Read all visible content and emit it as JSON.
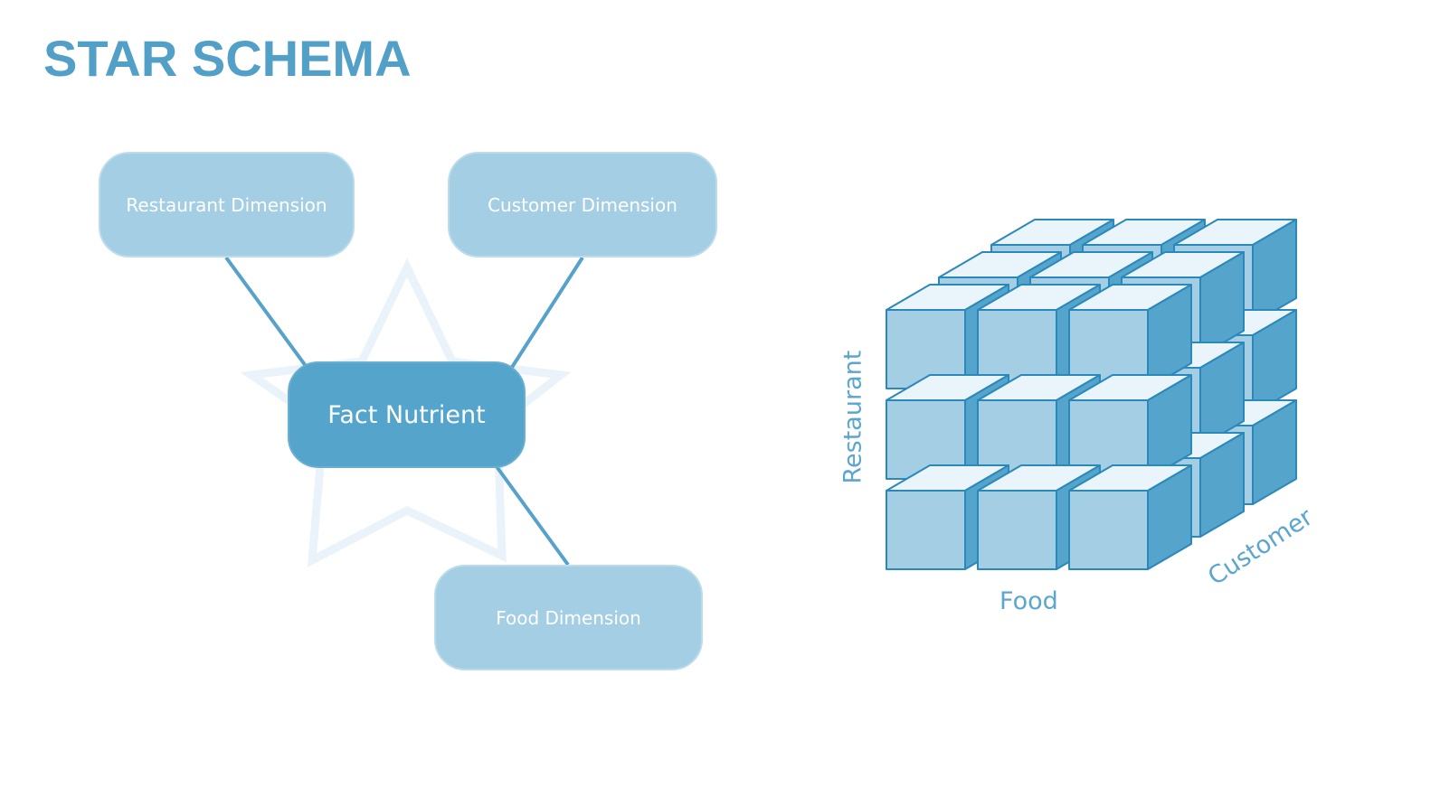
{
  "title": "STAR SCHEMA",
  "star_schema": {
    "fact": "Fact Nutrient",
    "dimensions": {
      "restaurant": "Restaurant Dimension",
      "customer": "Customer Dimension",
      "food": "Food Dimension"
    }
  },
  "cube": {
    "axis_labels": {
      "vertical": "Restaurant",
      "horizontal": "Food",
      "depth": "Customer"
    },
    "grid": "3 x 3 x 3"
  },
  "colors": {
    "title": "#529fc8",
    "dimension_box": "#a3cee3",
    "fact_box": "#54a4cc",
    "connector": "#56a2cb",
    "star_outline": "#e9f3f9",
    "cube_front": "#a3cee3",
    "cube_top": "#eaf5fb",
    "cube_side": "#54a4cc",
    "cube_edge": "#2b88bb"
  }
}
